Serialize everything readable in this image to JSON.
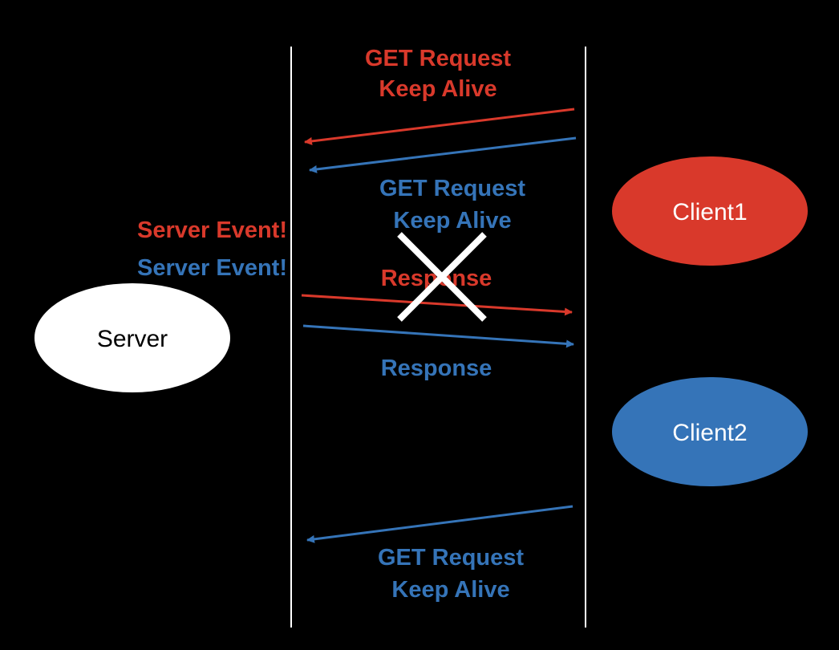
{
  "colors": {
    "background": "#000000",
    "red": "#d9392b",
    "blue": "#3574b8",
    "white": "#ffffff",
    "black": "#000000"
  },
  "nodes": {
    "server": {
      "label": "Server"
    },
    "client1": {
      "label": "Client1"
    },
    "client2": {
      "label": "Client2"
    }
  },
  "labels": {
    "red_request_line1": "GET Request",
    "red_request_line2": "Keep Alive",
    "blue_request_line1": "GET Request",
    "blue_request_line2": "Keep Alive",
    "red_event": "Server Event!",
    "blue_event": "Server Event!",
    "red_response": "Response",
    "blue_response": "Response",
    "blue_request2_line1": "GET Request",
    "blue_request2_line2": "Keep Alive"
  },
  "icons": {
    "failed_delivery": "x-mark-icon"
  }
}
